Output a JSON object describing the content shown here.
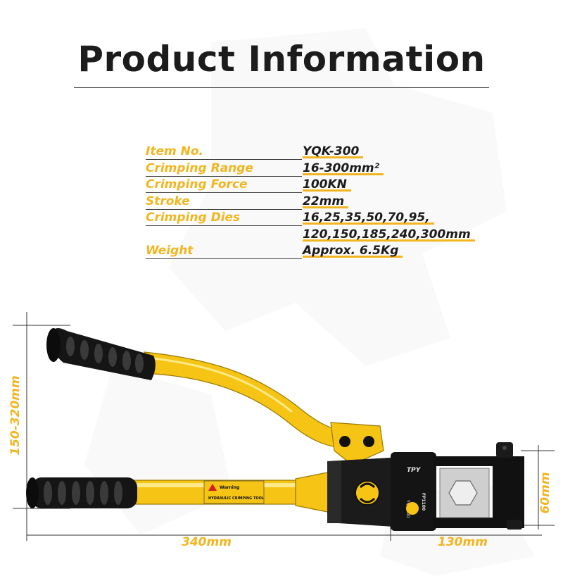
{
  "title": "Product Information",
  "specs": [
    {
      "label": "Item No.",
      "value": "YQK-300"
    },
    {
      "label": "Crimping Range",
      "value": "16-300mm²"
    },
    {
      "label": "Crimping Force",
      "value": "100KN"
    },
    {
      "label": "Stroke",
      "value": "22mm"
    },
    {
      "label": "Crimping Dies",
      "value": "16,25,35,50,70,95,"
    },
    {
      "label": "",
      "value": "120,150,185,240,300mm"
    },
    {
      "label": "Weight",
      "value": "Approx. 6.5Kg"
    }
  ],
  "dimensions": {
    "height_range": "150-320mm",
    "head_height": "60mm",
    "body_length": "340mm",
    "head_length": "130mm"
  },
  "tool_markings": {
    "warning": "Warning",
    "tool_name": "HYDRAULIC CRIMPING TOOL",
    "brand": "TPY",
    "model": "YQK-300",
    "tonnage": "FP1100"
  },
  "colors": {
    "accent": "#f2b51f",
    "handle_yellow": "#f5c415",
    "dark": "#1c1c1c",
    "grip": "#151515"
  }
}
